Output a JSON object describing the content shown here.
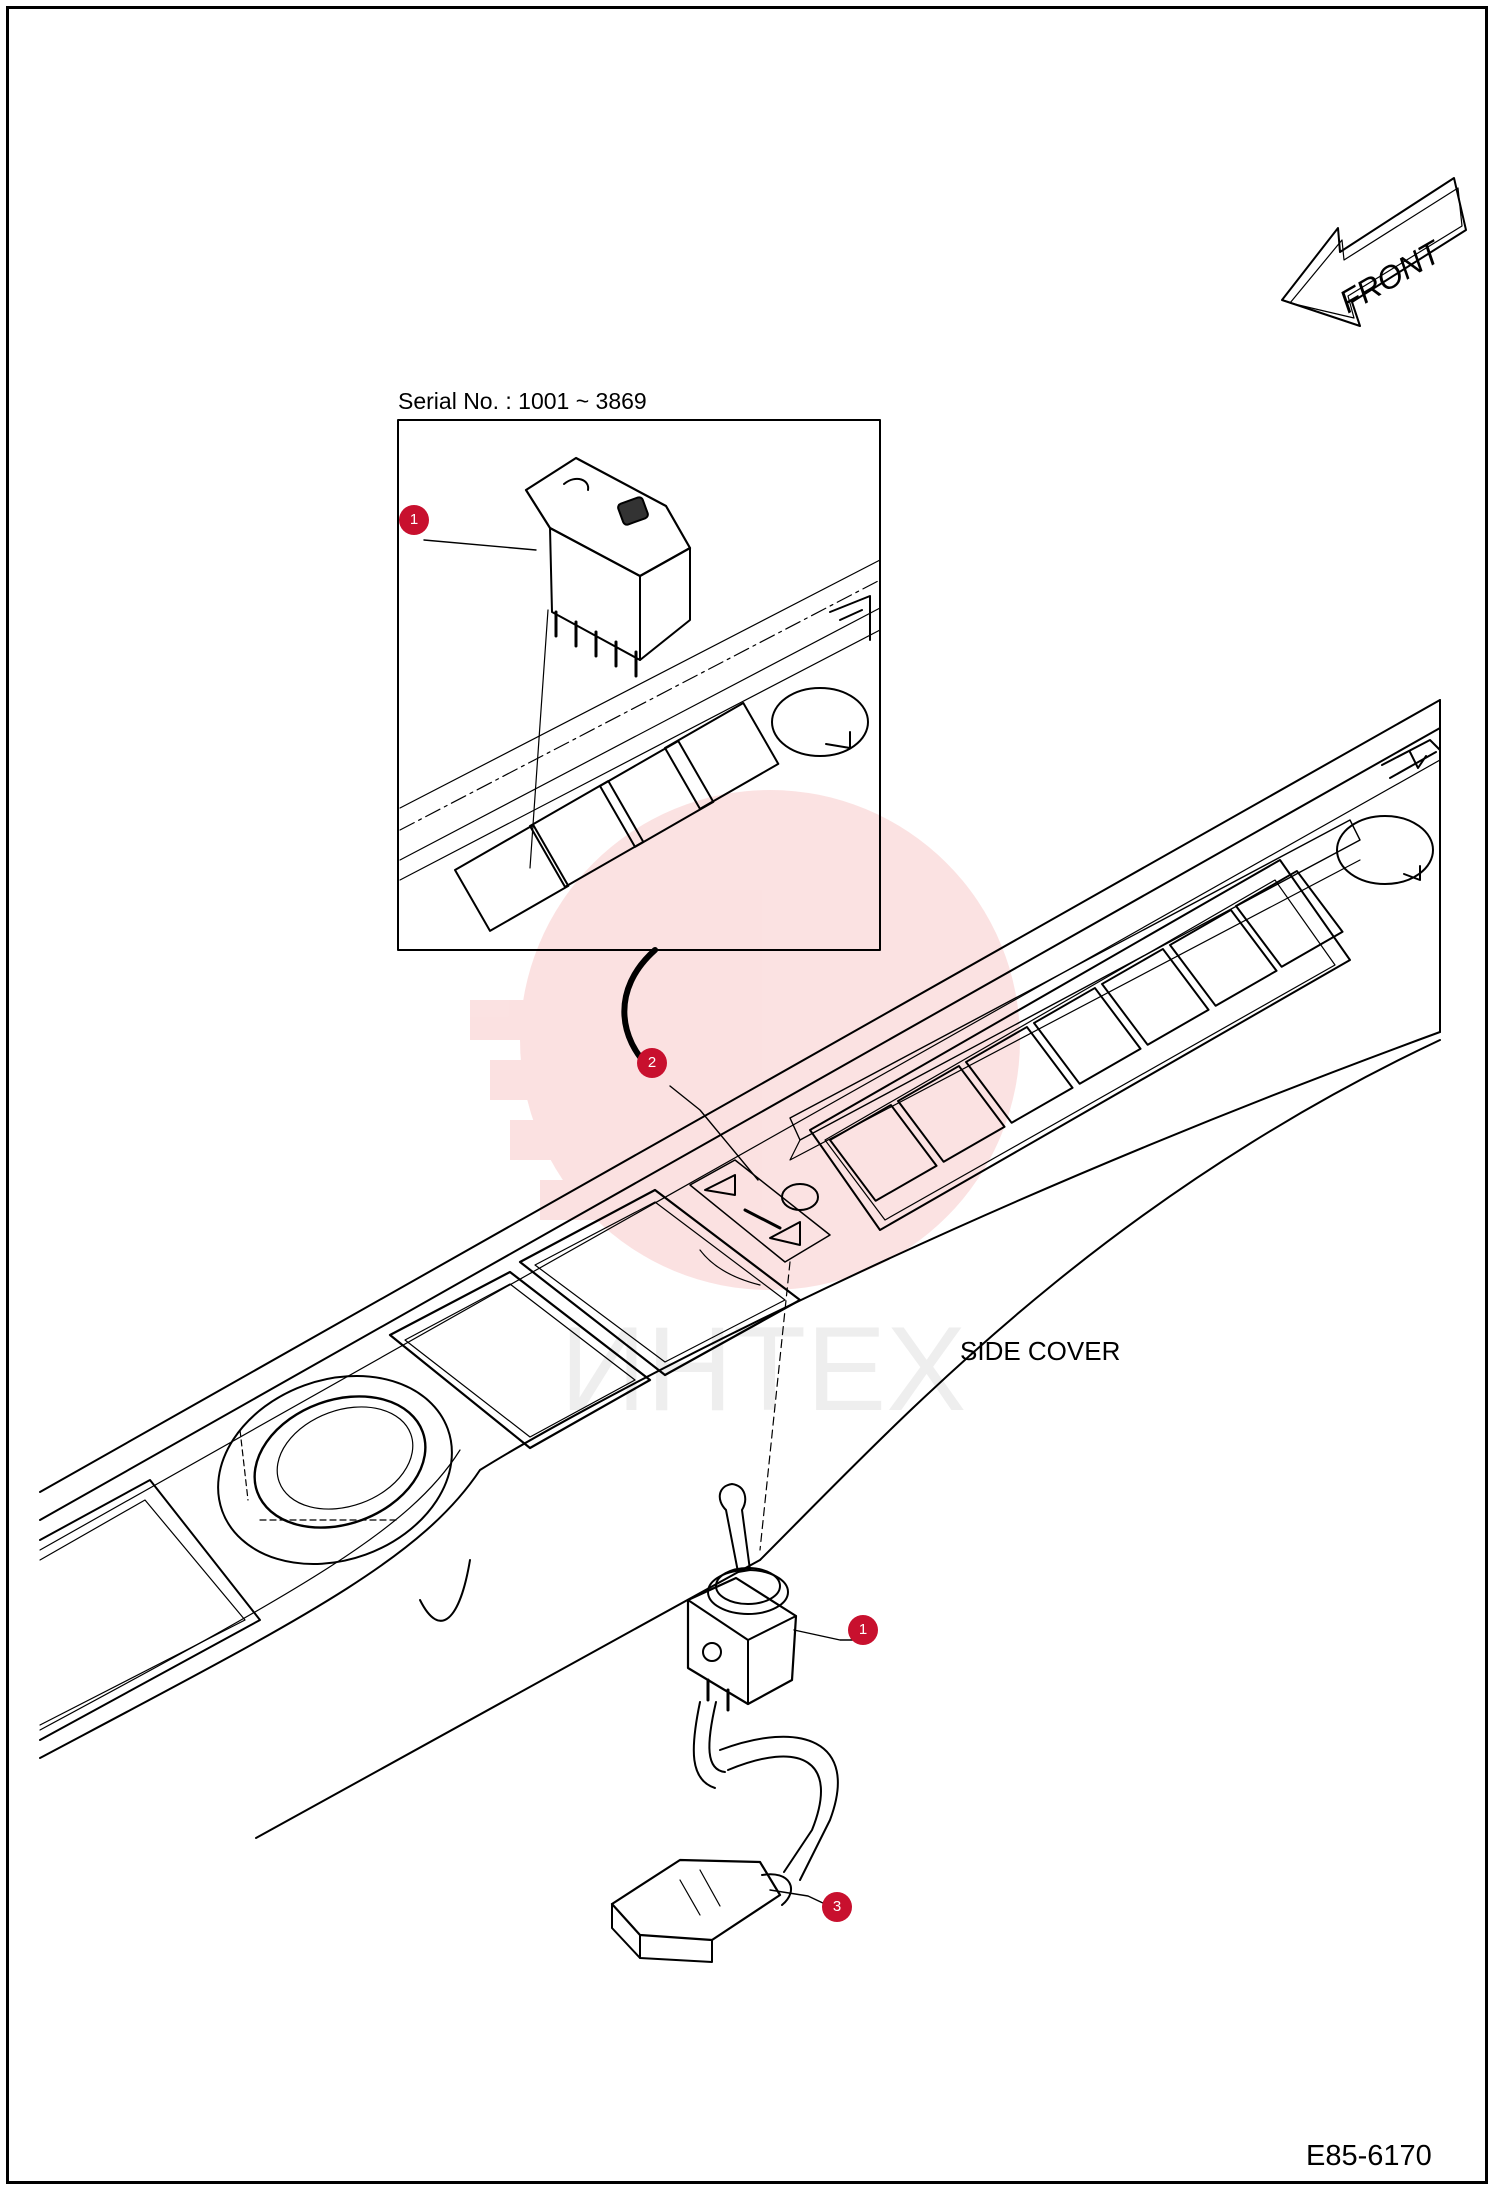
{
  "labels": {
    "front": "FRONT",
    "serial_range": "Serial No. : 1001 ~ 3869",
    "side_cover": "SIDE COVER",
    "drawing_number": "E85-6170",
    "watermark": "ИНТЕХ"
  },
  "callouts": [
    {
      "id": "1",
      "target": "rocker-switch"
    },
    {
      "id": "2",
      "target": "panel-decal"
    },
    {
      "id": "1",
      "target": "toggle-switch"
    },
    {
      "id": "3",
      "target": "connector"
    }
  ],
  "colors": {
    "line": "#000000",
    "callout_fill": "#c8102e",
    "callout_text": "#ffffff",
    "watermark": "#e84a4a"
  }
}
